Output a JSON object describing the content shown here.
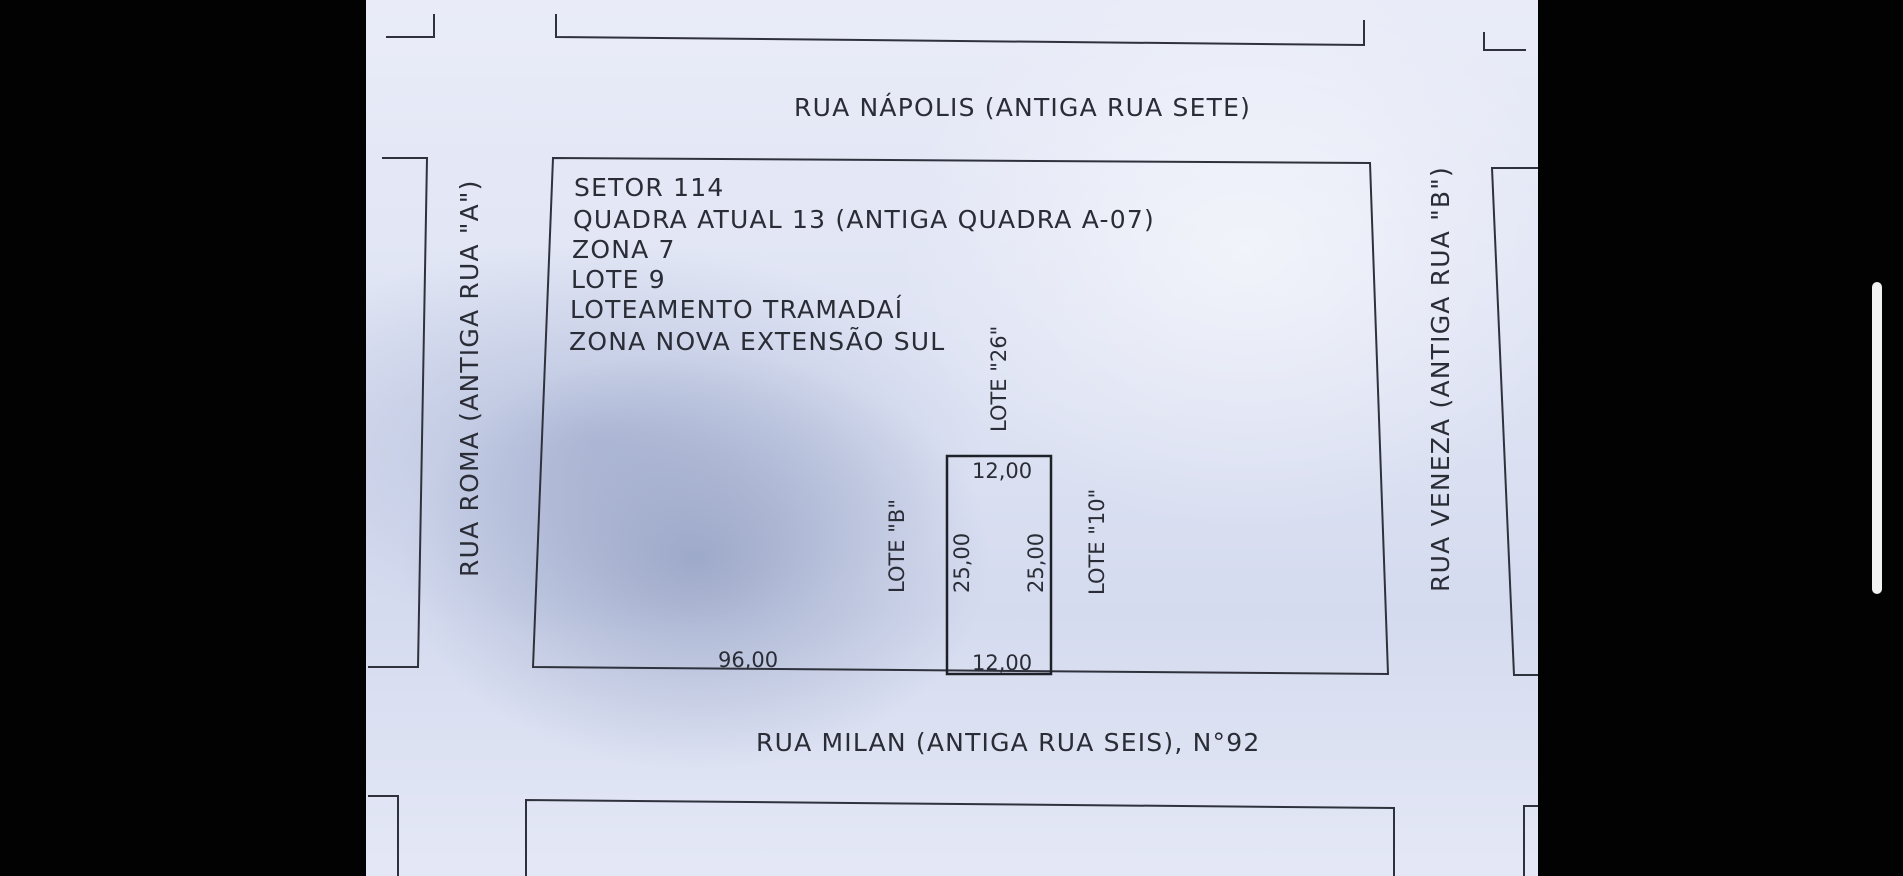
{
  "streets": {
    "top": "RUA NÁPOLIS (ANTIGA RUA SETE)",
    "bottom": "RUA MILAN (ANTIGA RUA SEIS), N°92",
    "left": "RUA ROMA (ANTIGA RUA \"A\")",
    "right": "RUA VENEZA (ANTIGA RUA \"B\")"
  },
  "info_lines": [
    "SETOR 114",
    "QUADRA ATUAL 13 (ANTIGA QUADRA A-07)",
    "ZONA 7",
    "LOTE 9",
    "LOTEAMENTO TRAMADAÍ",
    "ZONA NOVA EXTENSÃO SUL"
  ],
  "neighbor_lots": {
    "top": "LOTE \"26\"",
    "left": "LOTE \"B\"",
    "right": "LOTE \"10\""
  },
  "dimensions": {
    "block_front": "96,00",
    "lot_front_top": "12,00",
    "lot_front_bottom": "12,00",
    "lot_depth_left": "25,00",
    "lot_depth_right": "25,00"
  }
}
